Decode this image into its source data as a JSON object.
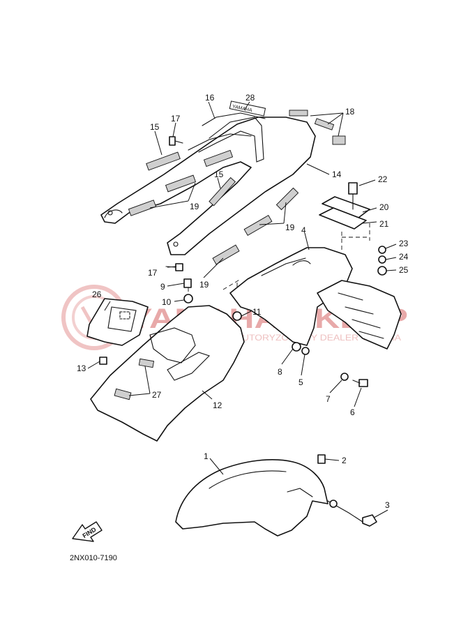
{
  "diagram": {
    "part_code": "2NX010-7190",
    "find_label": "FIND",
    "watermark": {
      "brand": "YAMAHA-SKLEP",
      "subtitle": "WOJCIECHOWSKI AUTORYZOWANY DEALER YAMAHA",
      "color": "#e8a9a9"
    },
    "callouts": [
      {
        "id": "c1",
        "label": "1"
      },
      {
        "id": "c2",
        "label": "2"
      },
      {
        "id": "c3",
        "label": "3"
      },
      {
        "id": "c4",
        "label": "4"
      },
      {
        "id": "c5",
        "label": "5"
      },
      {
        "id": "c6",
        "label": "6"
      },
      {
        "id": "c7",
        "label": "7"
      },
      {
        "id": "c8",
        "label": "8"
      },
      {
        "id": "c9",
        "label": "9"
      },
      {
        "id": "c10",
        "label": "10"
      },
      {
        "id": "c11",
        "label": "11"
      },
      {
        "id": "c12",
        "label": "12"
      },
      {
        "id": "c13",
        "label": "13"
      },
      {
        "id": "c14",
        "label": "14"
      },
      {
        "id": "c15a",
        "label": "15"
      },
      {
        "id": "c15b",
        "label": "15"
      },
      {
        "id": "c16",
        "label": "16"
      },
      {
        "id": "c17a",
        "label": "17"
      },
      {
        "id": "c17b",
        "label": "17"
      },
      {
        "id": "c18",
        "label": "18"
      },
      {
        "id": "c19a",
        "label": "19"
      },
      {
        "id": "c19b",
        "label": "19"
      },
      {
        "id": "c19c",
        "label": "19"
      },
      {
        "id": "c20",
        "label": "20"
      },
      {
        "id": "c21",
        "label": "21"
      },
      {
        "id": "c22",
        "label": "22"
      },
      {
        "id": "c23",
        "label": "23"
      },
      {
        "id": "c24",
        "label": "24"
      },
      {
        "id": "c25",
        "label": "25"
      },
      {
        "id": "c26",
        "label": "26"
      },
      {
        "id": "c27",
        "label": "27"
      },
      {
        "id": "c28",
        "label": "28"
      }
    ]
  }
}
